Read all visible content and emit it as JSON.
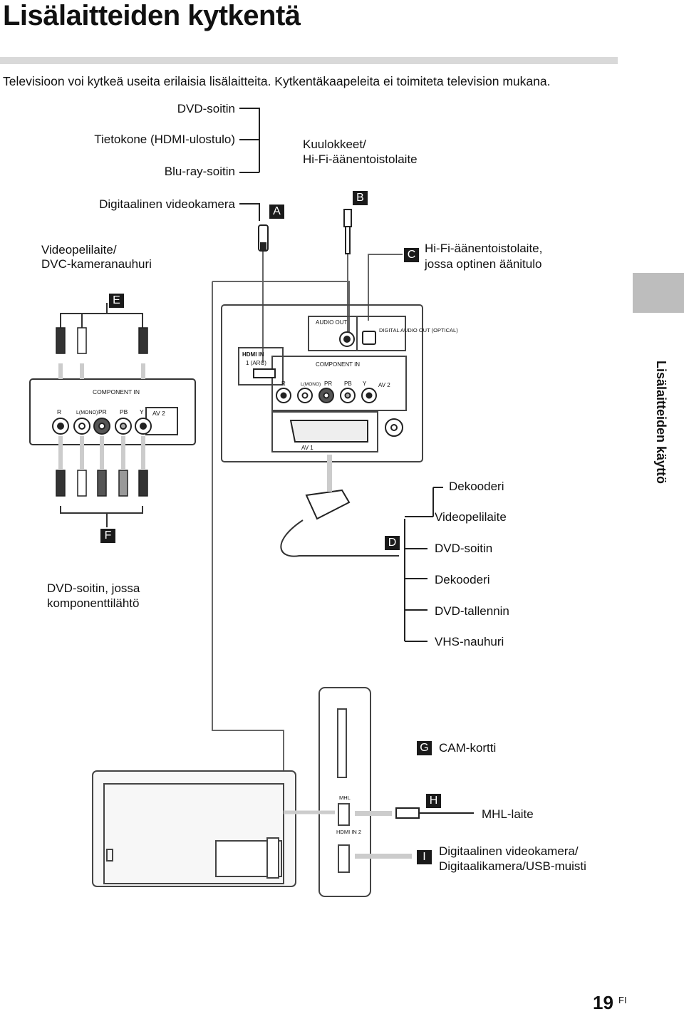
{
  "page": {
    "title": "Lisälaitteiden kytkentä",
    "intro": "Televisioon voi kytkeä useita erilaisia lisälaitteita. Kytkentäkaapeleita ei toimiteta television mukana.",
    "side_tab": "Lisälaitteiden käyttö",
    "page_number": "19",
    "page_suffix": "FI"
  },
  "labels": {
    "dvd_player": "DVD-soitin",
    "computer": "Tietokone (HDMI-ulostulo)",
    "bluray": "Blu-ray-soitin",
    "camcorder": "Digitaalinen videokamera",
    "headphones_l1": "Kuulokkeet/",
    "headphones_l2": "Hi-Fi-äänentoistolaite",
    "game_l1": "Videopelilaite/",
    "game_l2": "DVC-kameranauhuri",
    "hifi_l1": "Hi-Fi-äänentoistolaite,",
    "hifi_l2": "jossa optinen äänitulo",
    "decoder1": "Dekooderi",
    "game2": "Videopelilaite",
    "dvd2": "DVD-soitin",
    "decoder2": "Dekooderi",
    "dvd_recorder": "DVD-tallennin",
    "vhs": "VHS-nauhuri",
    "component_l1": "DVD-soitin, jossa",
    "component_l2": "komponenttilähtö",
    "cam": "CAM-kortti",
    "mhl": "MHL-laite",
    "usb_l1": "Digitaalinen videokamera/",
    "usb_l2": "Digitaalikamera/USB-muisti"
  },
  "markers": {
    "a": "A",
    "b": "B",
    "c": "C",
    "d": "D",
    "e": "E",
    "f": "F",
    "g": "G",
    "h": "H",
    "i": "I"
  },
  "panel": {
    "audio_out": "AUDIO OUT",
    "digital_audio": "DIGITAL AUDIO OUT (OPTICAL)",
    "hdmi_in": "HDMI IN",
    "hdmi_1_arc": "1 (ARC)",
    "component_in": "COMPONENT IN",
    "r": "R",
    "l_mono": "L(MONO)",
    "pr": "PR",
    "pb": "PB",
    "y": "Y",
    "av2": "AV 2",
    "av1": "AV 1",
    "mhl": "MHL",
    "hdmi_in_2": "HDMI IN 2"
  }
}
